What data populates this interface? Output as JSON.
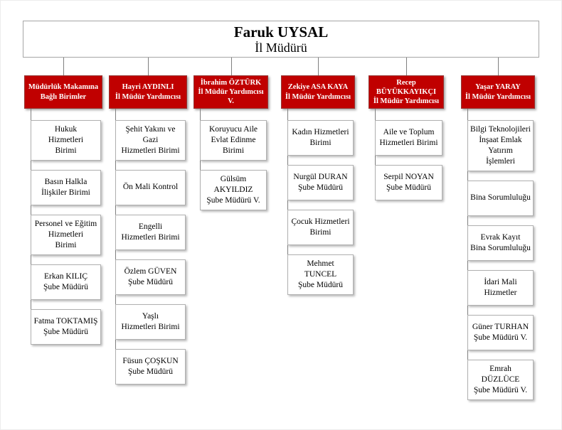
{
  "director": {
    "name": "Faruk UYSAL",
    "title": "İl Müdürü"
  },
  "colors": {
    "header_bg": "#c00000",
    "header_text": "#ffffff",
    "connector": "#7f7f7f"
  },
  "columns": [
    {
      "header": "Müdürlük Makamına\nBağlı Birimler",
      "items": [
        "Hukuk\nHizmetleri\nBirimi",
        "Basın Halkla\nİlişkiler Birimi",
        "Personel ve Eğitim\nHizmetleri\nBirimi",
        "Erkan KILIÇ\nŞube Müdürü",
        "Fatma TOKTAMIŞ\nŞube Müdürü"
      ]
    },
    {
      "header": "Hayri AYDINLI\nİl Müdür Yardımcısı",
      "items": [
        "Şehit Yakını ve\nGazi\nHizmetleri Birimi",
        "Ön Mali Kontrol",
        "Engelli\nHizmetleri Birimi",
        "Özlem GÜVEN\nŞube Müdürü",
        "Yaşlı\nHizmetleri Birimi",
        "Füsun ÇOŞKUN\nŞube Müdürü"
      ]
    },
    {
      "header": "İbrahim ÖZTÜRK\nİl Müdür Yardımcısı V.",
      "items": [
        "Koruyucu Aile\nEvlat Edinme\nBirimi",
        "Gülsüm AKYILDIZ\nŞube Müdürü V."
      ]
    },
    {
      "header": "Zekiye ASA KAYA\nİl Müdür Yardımcısı",
      "items": [
        "Kadın Hizmetleri\nBirimi",
        "Nurgül DURAN\nŞube Müdürü",
        "Çocuk Hizmetleri\nBirimi",
        "Mehmet\nTUNCEL\nŞube Müdürü"
      ]
    },
    {
      "header": "Recep\nBÜYÜKKAYIKÇI\nİl Müdür  Yardımcısı",
      "items": [
        "Aile ve Toplum\nHizmetleri Birimi",
        "Serpil NOYAN\nŞube Müdürü"
      ]
    },
    {
      "header": "Yaşar YARAY\nİl Müdür Yardımcısı",
      "items": [
        "Bilgi Teknolojileri\nİnşaat Emlak Yatırım\nİşlemleri",
        "Bina Sorumluluğu",
        "Evrak Kayıt\nBina Sorumluluğu",
        "İdari Mali\nHizmetler",
        "Güner TURHAN\nŞube Müdürü V.",
        "Emrah DÜZLÜCE\nŞube Müdürü V."
      ]
    }
  ]
}
